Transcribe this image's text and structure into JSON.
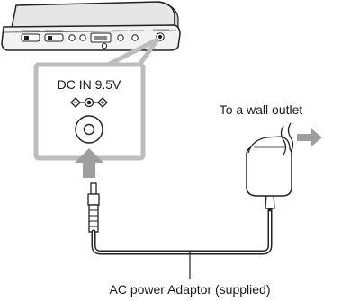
{
  "labels": {
    "connector": "DC IN 9.5V",
    "outlet": "To a wall outlet",
    "adaptor": "AC power Adaptor (supplied)"
  }
}
